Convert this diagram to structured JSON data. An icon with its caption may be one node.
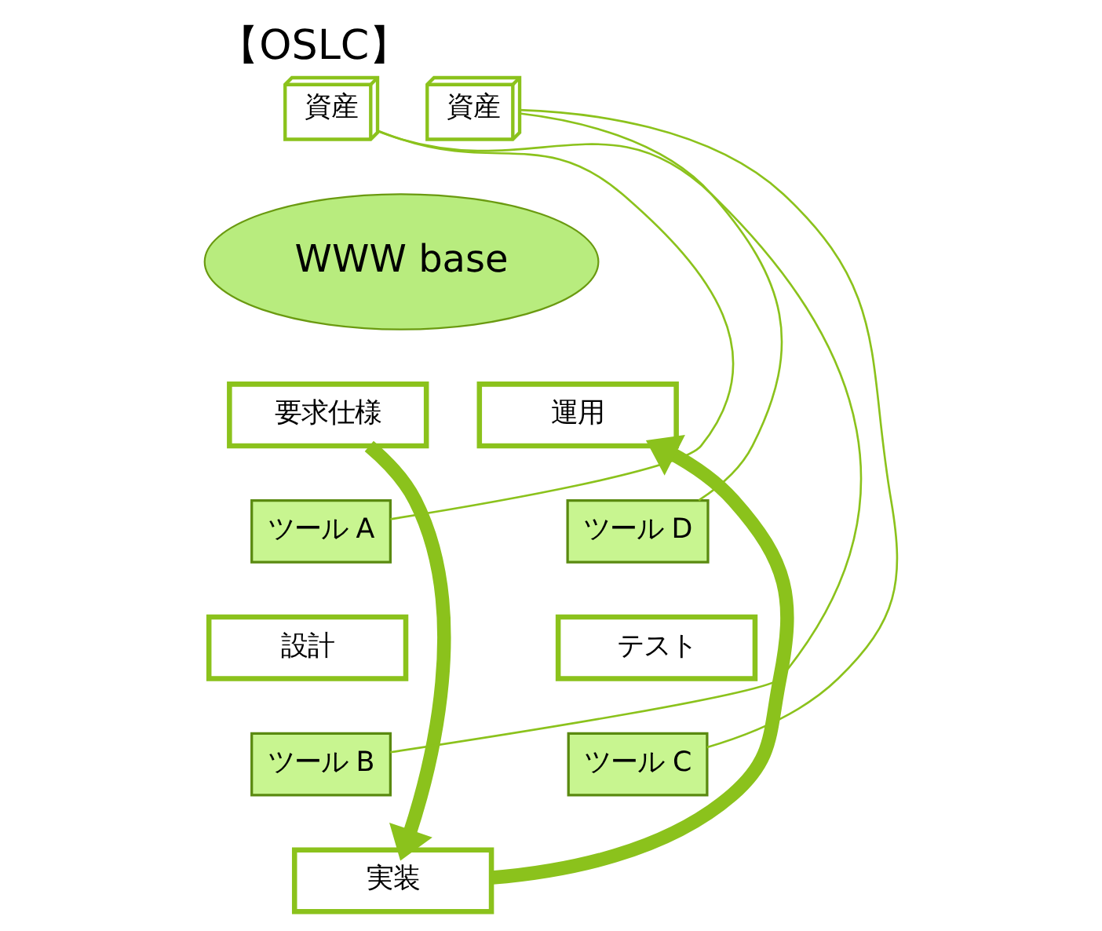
{
  "diagram": {
    "title": "【OSLC】",
    "nodes": [
      {
        "text": [
          "資産"
        ]
      },
      {
        "text": [
          "資産"
        ]
      },
      {
        "text": [
          "WWW base"
        ]
      },
      {
        "text": [
          "要求仕様"
        ]
      },
      {
        "text": [
          "運用"
        ]
      },
      {
        "text": [
          "ツール A"
        ]
      },
      {
        "text": [
          "設計"
        ]
      },
      {
        "text": [
          "テスト"
        ]
      },
      {
        "text": [
          "ツール D"
        ]
      },
      {
        "text": [
          "ツール B"
        ]
      },
      {
        "text": [
          "ツール C"
        ]
      },
      {
        "text": [
          "実装"
        ]
      }
    ],
    "edges": [
      {
        "from": 3,
        "to": 11,
        "arrow": "to",
        "style": "thick"
      },
      {
        "from": 11,
        "to": 4,
        "arrow": "to",
        "style": "thick"
      },
      {
        "from": 5,
        "to": 0,
        "arrow": "none"
      },
      {
        "from": 9,
        "to": 0,
        "arrow": "none"
      },
      {
        "from": 8,
        "to": 1,
        "arrow": "none"
      },
      {
        "from": 10,
        "to": 1,
        "arrow": "none"
      }
    ]
  }
}
